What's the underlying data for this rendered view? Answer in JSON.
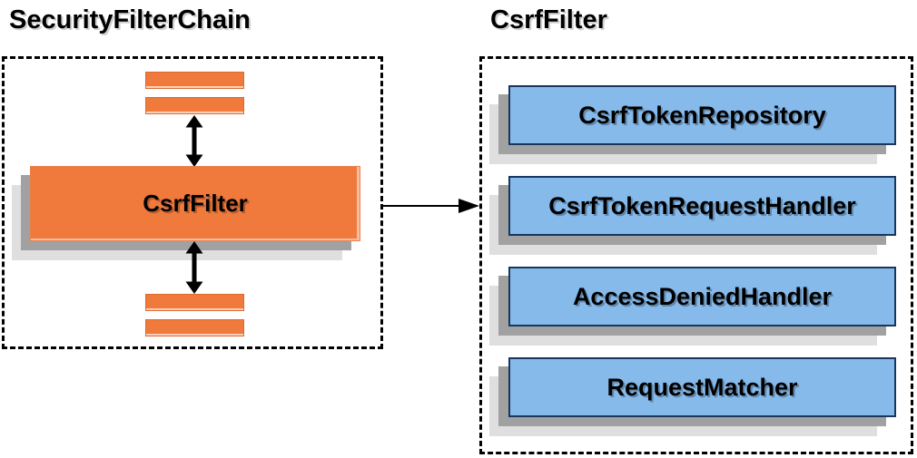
{
  "left_panel": {
    "title": "SecurityFilterChain",
    "filter_box": {
      "label": "CsrfFilter"
    },
    "placeholder_filter_bars": 4,
    "arrows": [
      "bidirectional-arrow-above",
      "bidirectional-arrow-below"
    ]
  },
  "flow_arrow": {
    "from": "CsrfFilter",
    "to": "CsrfFilter components",
    "direction": "right"
  },
  "right_panel": {
    "title": "CsrfFilter",
    "components": [
      {
        "label": "CsrfTokenRepository"
      },
      {
        "label": "CsrfTokenRequestHandler"
      },
      {
        "label": "AccessDeniedHandler"
      },
      {
        "label": "RequestMatcher"
      }
    ]
  },
  "colors": {
    "orange_fill": "#F0793C",
    "orange_border": "#DE6A2E",
    "blue_fill": "#85BAEB",
    "blue_border": "#17375E",
    "shadow_dark": "#A1A1A1",
    "shadow_light": "#DFDFDF",
    "outline_dashed": "#000000",
    "text": "#000000",
    "background": "#FFFFFF"
  }
}
